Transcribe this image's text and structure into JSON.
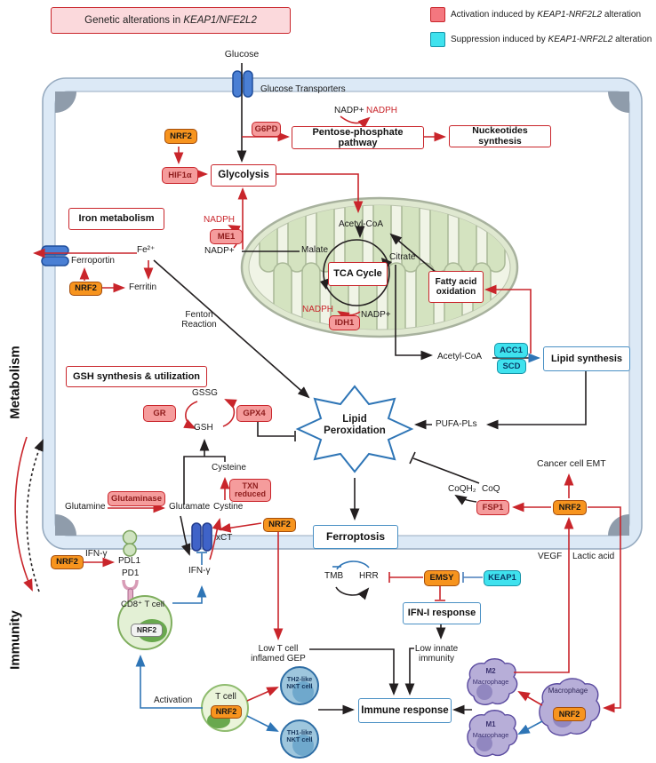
{
  "title": {
    "prefix": "Genetic alterations in ",
    "gene": "KEAP1/NFE2L2"
  },
  "legend": {
    "activation": {
      "pre": "Activation induced by ",
      "gene": "KEAP1-NRF2L2",
      "post": " alteration"
    },
    "suppression": {
      "pre": "Suppression induced by ",
      "gene": "KEAP1-NRF2L2",
      "post": " alteration"
    }
  },
  "colors": {
    "activation_fill": "#F4777F",
    "suppression_fill": "#3FE2EE",
    "nrf2_orange": "#F7941E",
    "pink_chip": "#F59C9C",
    "red_line": "#C9252B",
    "blue_line": "#2E75B6",
    "membrane": "#DCE9F6"
  },
  "side": {
    "metabolism": "Metabolism",
    "immunity": "Immunity"
  },
  "labels": {
    "glucose": "Glucose",
    "glucose_transporters": "Glucose Transporters",
    "nrf2": "NRF2",
    "hif1a": "HIF1α",
    "glycolysis": "Glycolysis",
    "g6pd": "G6PD",
    "ppp": "Pentose-phosphate pathway",
    "nucleotides": "Nuckeotides synthesis",
    "nadp": "NADP+",
    "nadph": "NADPH",
    "iron": "Iron metabolism",
    "ferroportin": "Ferroportin",
    "fe2": "Fe²⁺",
    "ferritin": "Ferritin",
    "fenton": "Fenton\nReaction",
    "me1": "ME1",
    "acetyl_coa": "Acetyl-CoA",
    "malate": "Malate",
    "citrate": "Citrate",
    "tca": "TCA Cycle",
    "idh1": "IDH1",
    "fao": "Fatty acid\noxidation",
    "acc1": "ACC1",
    "scd": "SCD",
    "lipid_synthesis": "Lipid synthesis",
    "pufa": "PUFA-PLs",
    "lipid_perox": "Lipid\nPeroxidation",
    "gsh_header": "GSH synthesis & utilization",
    "gssg": "GSSG",
    "gr": "GR",
    "gpx4": "GPX4",
    "gsh": "GSH",
    "cysteine": "Cysteine",
    "txn": "TXN\nreduced",
    "glutamine": "Glutamine",
    "glutaminase": "Glutaminase",
    "glutamate": "Glutamate",
    "cystine": "Cystine",
    "xct": "xCT",
    "cancer_emt": "Cancer cell EMT",
    "coqh2": "CoQH₂",
    "coq": "CoQ",
    "fsp1": "FSP1",
    "ferroptosis": "Ferroptosis",
    "tmb": "TMB",
    "hrr": "HRR",
    "emsy": "EMSY",
    "keap1": "KEAP1",
    "ifn1": "IFN-I response",
    "vegf": "VEGF",
    "lactic": "Lactic acid",
    "ifng": "IFN-γ",
    "pdl1": "PDL1",
    "pd1": "PD1",
    "cd8": "CD8⁺ T cell",
    "low_t": "Low T cell\ninflamed GEP",
    "low_innate": "Low innate\nimmunity",
    "activation": "Activation",
    "tcell": "T cell",
    "th2": "TH2-like\nNKT cell",
    "th1": "TH1-like\nNKT cell",
    "immune": "Immune response",
    "m2": "M2",
    "m1": "M1",
    "macrophage": "Macrophage"
  }
}
